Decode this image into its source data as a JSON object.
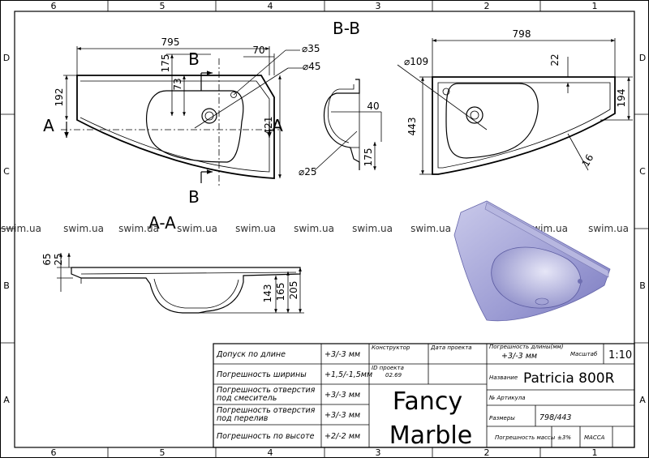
{
  "grid": {
    "cols": [
      "6",
      "5",
      "4",
      "3",
      "2",
      "1"
    ],
    "rows": [
      "D",
      "C",
      "B",
      "A"
    ]
  },
  "watermark": "swim.ua",
  "sections": {
    "bb_title": "B-B",
    "aa_title": "A-A",
    "a_mark": "A",
    "b_mark": "B"
  },
  "plan_left": {
    "width": "795",
    "overflow_offset": "70",
    "mixer_depth": "175",
    "hole_offset": "73",
    "short_side": "192",
    "depth": "421",
    "overflow_diam": "⌀35",
    "drain_diam": "⌀45"
  },
  "section_bb": {
    "drain_offset": "40",
    "depth": "175",
    "hole_diam": "⌀25"
  },
  "plan_right": {
    "width": "798",
    "bowl_diam": "⌀109",
    "rim": "22",
    "depth": "443",
    "short_side": "194",
    "edge": "16"
  },
  "section_aa": {
    "total_top": "65",
    "top": "25",
    "bowl": "143",
    "mid": "165",
    "total": "205"
  },
  "title_block": {
    "tolerances": [
      {
        "label": "Допуск по длине",
        "value": "+3/-3 мм"
      },
      {
        "label": "Погрешность ширины",
        "value": "+1,5/-1,5мм"
      },
      {
        "label_line1": "Погрешность отверстия",
        "label_line2": "под смеситель",
        "value": "+3/-3 мм"
      },
      {
        "label_line1": "Погрешность отверстия",
        "label_line2": "под перелив",
        "value": "+3/-3 мм"
      },
      {
        "label": "Погрешность по высоте",
        "value": "+2/-2 мм"
      }
    ],
    "constructor_label": "Конструктор",
    "date_label": "Дата проекта",
    "project_id_label": "ID проекта",
    "project_id_value": "02.69",
    "brand_line1": "Fancy",
    "brand_line2": "Marble",
    "length_tol_label": "Погрешность длины(мм)",
    "length_tol_value": "+3/-3 мм",
    "scale_label": "Масштаб",
    "scale_value": "1:10",
    "name_label": "Название",
    "product_name": "Patricia 800R",
    "article_label": "№ Артикула",
    "size_label": "Размеры",
    "size_value": "798/443",
    "mass_tol_label": "Погрешность массы",
    "mass_tol_value": "±3%",
    "mass_label": "МАССА"
  }
}
